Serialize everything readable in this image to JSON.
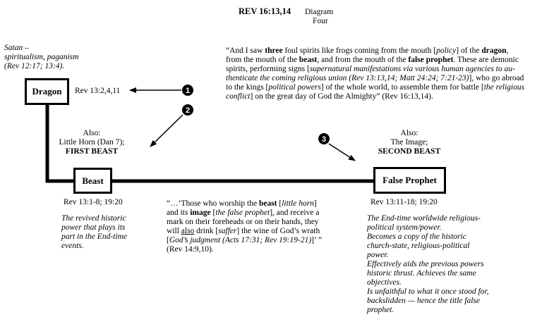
{
  "header": {
    "title": "REV 16:13,14",
    "diagram_label": "Diagram",
    "diagram_number": "Four"
  },
  "satan": {
    "line1": "Satan –",
    "line2": "spiritualism, paganism",
    "line3": "(Rev 12:17; 13:4)."
  },
  "dragon": {
    "label": "Dragon",
    "ref": "Rev 13:2,4,11"
  },
  "quote_top": {
    "l1_a": "“And I saw ",
    "l1_b": "three",
    "l1_c": " foul spirits like frogs coming from the mouth [",
    "l1_d": "policy",
    "l1_e": "] of the ",
    "l1_f": "dragon",
    "l1_g": ",",
    "l2_a": "from the mouth of the ",
    "l2_b": "beast",
    "l2_c": ", and from the mouth of the ",
    "l2_d": "false prophet",
    "l2_e": ". These are demonic",
    "l3_a": "spirits, performing signs [",
    "l3_b": "supernatural manifestations via various human agencies to au-",
    "l4_a": "thenticate the coming religious union (Rev 13:13,14; Matt 24:24; 7:21-23)",
    "l4_b": "], who go abroad",
    "l5_a": "to the kings [",
    "l5_b": "political powers",
    "l5_c": "] of the whole world, to assemble them for battle [",
    "l5_d": "the religious",
    "l6_a": "conflict",
    "l6_b": "] on the great day of God the Almighty” (Rev 16:13,14)."
  },
  "markers": [
    "1",
    "2",
    "3"
  ],
  "first_beast_caption": {
    "also": "Also:",
    "line2": "Little Horn (Dan 7);",
    "line3": "FIRST BEAST"
  },
  "second_beast_caption": {
    "also": "Also:",
    "line2": "The Image;",
    "line3": "SECOND BEAST"
  },
  "beast": {
    "label": "Beast",
    "ref": "Rev 13:1-8; 19:20",
    "desc": [
      "The revived historic",
      "power that plays its",
      "part in the End-time",
      "events."
    ]
  },
  "false_prophet": {
    "label": "False Prophet",
    "ref": "Rev 13:11-18; 19:20",
    "desc": [
      "The End-time worldwide religious-",
      "political system/power.",
      "Becomes a copy of the historic",
      "church-state, religious-political",
      "power.",
      "Effectively aids the previous powers",
      "historic thrust. Achieves the same",
      "objectives.",
      "Is unfaithful to what it once stood for,",
      "backslidden — hence the title false",
      "prophet."
    ]
  },
  "quote_mid": {
    "l1_a": "“…‘Those who worship the ",
    "l1_b": "beast",
    "l1_c": " [",
    "l1_d": "little horn",
    "l1_e": "]",
    "l2_a": "and its ",
    "l2_b": "image",
    "l2_c": " [",
    "l2_d": "the false prophet",
    "l2_e": "], and receive a",
    "l3": "mark on their foreheads or on their hands, they",
    "l4_a": "will ",
    "l4_b": "also",
    "l4_c": " drink [",
    "l4_d": "suffer",
    "l4_e": "] the wine of God’s wrath",
    "l5_a": "[",
    "l5_b": "God’s judgment (Acts 17:31; Rev 19:19-21)",
    "l5_c": "]’ ”",
    "l6": "(Rev 14:9,10)."
  }
}
